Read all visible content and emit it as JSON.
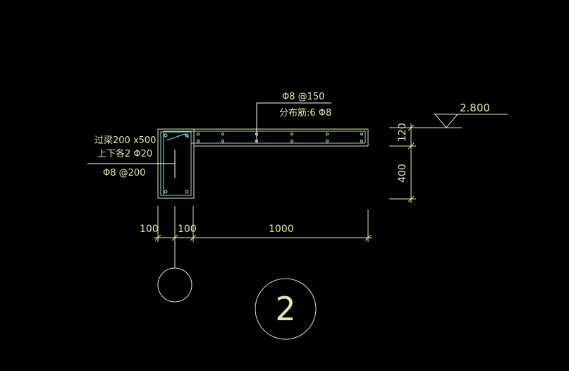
{
  "colors": {
    "background": "#000000",
    "yellow": "#e8e6a8",
    "cyan": "#7fe0e0",
    "white": "#ffffff"
  },
  "annotations": {
    "top_rebar": "Φ8 @150",
    "distribution": "分布筋:6 Φ8",
    "beam_size": "过梁200 x500",
    "beam_main_rebar": "上下各2 Φ20",
    "beam_stirrup": "Φ8 @200"
  },
  "elevation": {
    "value": "2.800"
  },
  "dimensions": {
    "horizontal": [
      "100",
      "100",
      "1000"
    ],
    "vertical": [
      "120",
      "400"
    ]
  },
  "detail_id": "2"
}
